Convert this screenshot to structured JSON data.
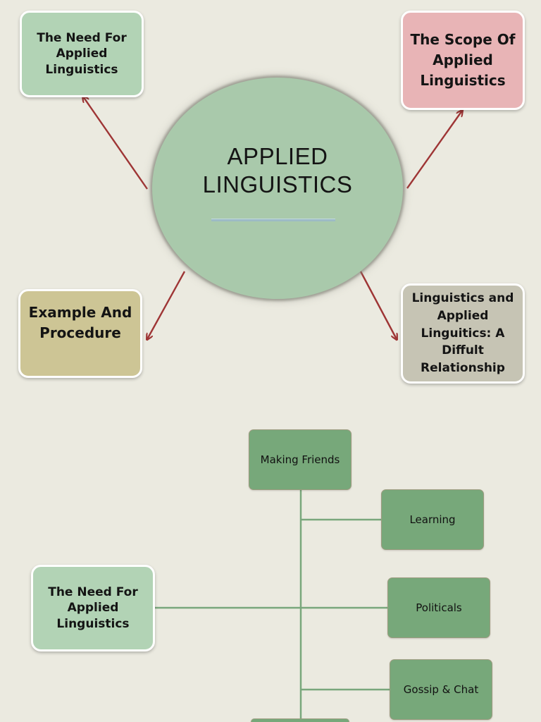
{
  "center": {
    "line1": "APPLIED",
    "line2": "LINGUISTICS"
  },
  "nodes": {
    "need": {
      "lines": [
        "The Need For",
        "Applied",
        "Linguistics"
      ]
    },
    "scope": {
      "lines": [
        "The Scope Of",
        "Applied",
        "Linguistics"
      ]
    },
    "example": {
      "lines": [
        "Example And",
        "Procedure"
      ]
    },
    "relationship": {
      "lines": [
        "Linguistics and",
        "Applied",
        "Linguitics: A",
        "Diffult",
        "Relationship"
      ]
    }
  },
  "tree": {
    "root": {
      "label": "Making Friends"
    },
    "side": {
      "lines": [
        "The Need For",
        "Applied",
        "Linguistics"
      ]
    },
    "branches": [
      {
        "label": "Learning"
      },
      {
        "label": "Politicals"
      },
      {
        "label": "Gossip & Chat"
      }
    ]
  },
  "colors": {
    "background": "#ebeae0",
    "arrow": "#9e3535",
    "center_fill": "#a9c9ab",
    "need_fill": "#b2d3b5",
    "scope_fill": "#e8b4b6",
    "example_fill": "#cdc595",
    "relationship_fill": "#c6c4b4",
    "leaf_fill": "#77a87a",
    "tree_line": "#79a77c"
  }
}
